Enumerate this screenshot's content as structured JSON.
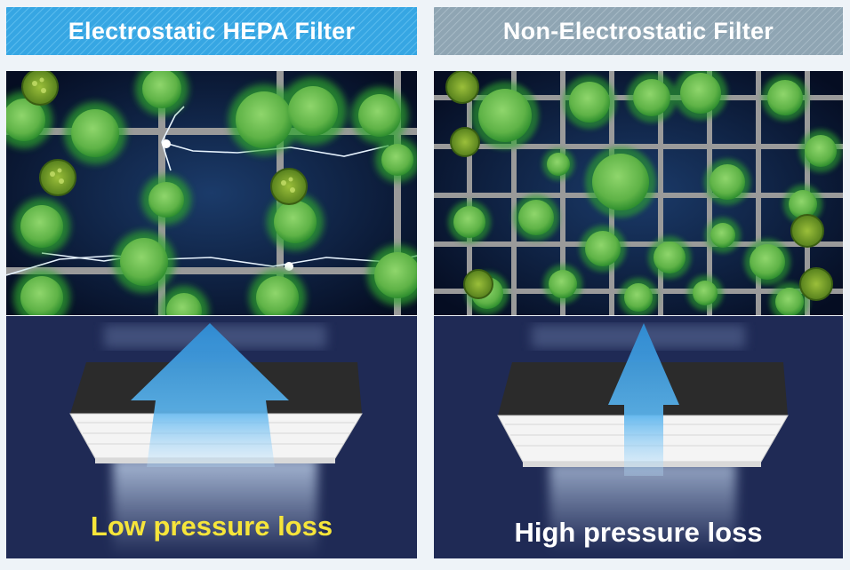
{
  "left_panel": {
    "title": "Electrostatic HEPA Filter",
    "caption": "Low pressure loss",
    "header_color": "#36a6e3",
    "caption_color": "#f6e53a",
    "arrow": "wide-up-arrow"
  },
  "right_panel": {
    "title": "Non-Electrostatic Filter",
    "caption": "High pressure loss",
    "header_color": "#8fa5b3",
    "caption_color": "#ffffff",
    "arrow": "narrow-up-arrow"
  },
  "colors": {
    "particle_green": "#6cc24f",
    "particle_glow": "#2f9e2f",
    "spore_olive": "#7aa12a",
    "mesh_bar": "#9a9a9a",
    "filter_frame": "#2b2b2b",
    "arrow_blue": "#2e8fd8",
    "flow_background": "#1f2a55"
  }
}
